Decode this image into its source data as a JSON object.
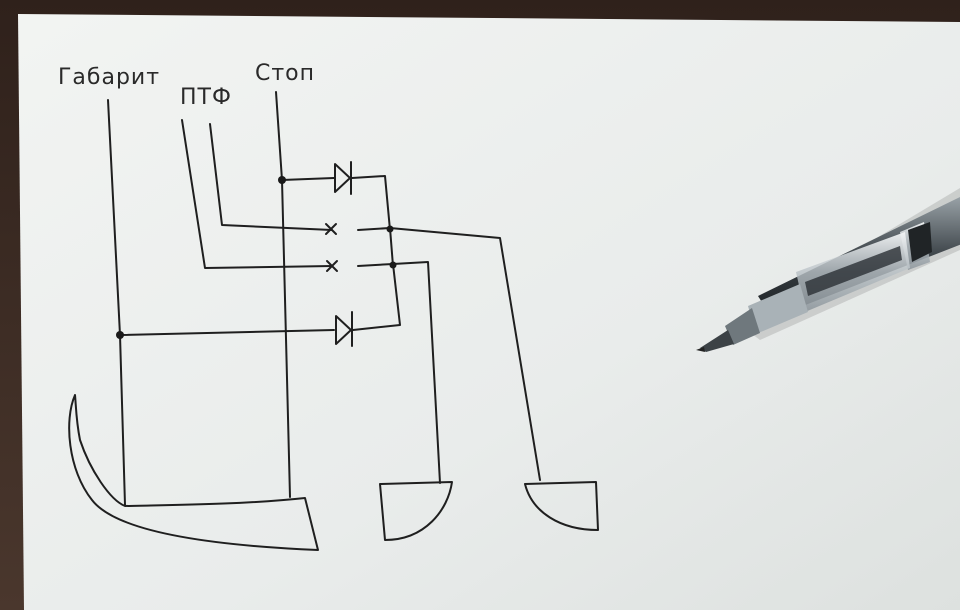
{
  "diagram": {
    "labels": {
      "gabarit": "Габарит",
      "ptf": "ПТФ",
      "stop": "Стоп"
    }
  },
  "colors": {
    "paper": "#eef1ef",
    "ink": "#1f1f1f",
    "background": "#3a2a22"
  },
  "objects": {
    "pen": "ballpoint-pen"
  }
}
